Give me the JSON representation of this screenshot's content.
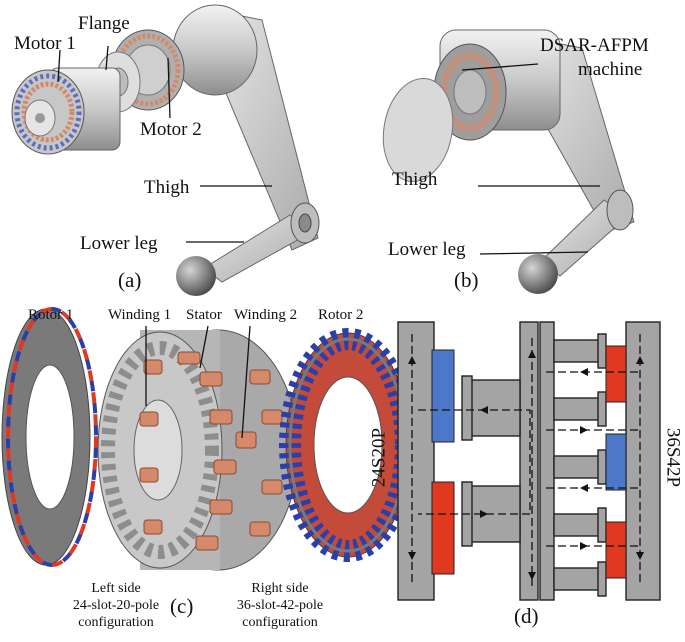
{
  "panel_a": {
    "motor1": "Motor 1",
    "flange": "Flange",
    "motor2": "Motor 2",
    "thigh": "Thigh",
    "lower_leg": "Lower leg",
    "caption": "(a)"
  },
  "panel_b": {
    "machine_line1": "DSAR-AFPM",
    "machine_line2": "machine",
    "thigh": "Thigh",
    "lower_leg": "Lower leg",
    "caption": "(b)"
  },
  "panel_c": {
    "rotor1": "Rotor 1",
    "winding1": "Winding 1",
    "stator": "Stator",
    "winding2": "Winding 2",
    "rotor2": "Rotor 2",
    "left_note": [
      "Left side",
      "24-slot-20-pole",
      "configuration"
    ],
    "right_note": [
      "Right side",
      "36-slot-42-pole",
      "configuration"
    ],
    "caption": "(c)"
  },
  "panel_d": {
    "left_label": "24S20P",
    "right_label": "36S42P",
    "caption": "(d)"
  },
  "colors": {
    "metal": "#c4c4c4",
    "dark_metal": "#8c8c8c",
    "copper": "#d48a6a",
    "magnet_red": "#e0391f",
    "magnet_blue": "#4d77c9",
    "core_gray": "#9a9a9a"
  }
}
